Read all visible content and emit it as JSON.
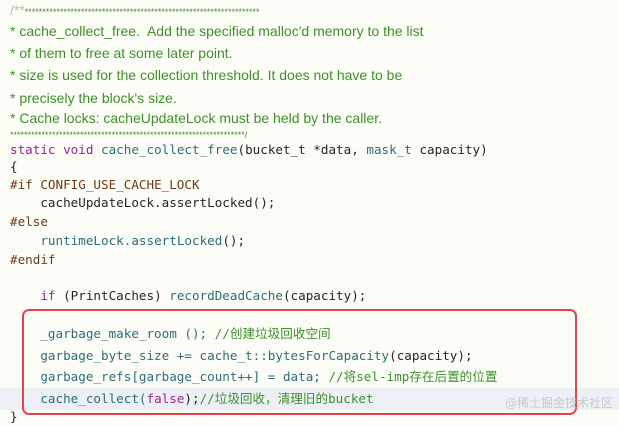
{
  "doc_comment": {
    "open": "/**",
    "open_stars": "*******************************************************************",
    "lines": [
      "* cache_collect_free.  Add the specified malloc'd memory to the list",
      "* of them to free at some later point.",
      "* size is used for the collection threshold. It does not have to be",
      "* precisely the block's size.",
      "* Cache locks: cacheUpdateLock must be held by the caller."
    ],
    "close": "*******************************************************************/"
  },
  "code": {
    "sig_kw": "static void",
    "sig_fn": "cache_collect_free",
    "sig_args_a": "(bucket_t *data, ",
    "sig_type": "mask_t",
    "sig_args_b": " capacity)",
    "open_brace": "{",
    "if_dir": "#if",
    "if_macro": " CONFIG_USE_CACHE_LOCK",
    "line_cache_lock": "    cacheUpdateLock.assertLocked();",
    "else_dir": "#else",
    "line_runtime_a": "    ",
    "line_runtime_fn": "runtimeLock.assertLocked",
    "line_runtime_b": "();",
    "endif_dir": "#endif",
    "if_kw": "    if",
    "if_cond": " (PrintCaches) ",
    "if_fn": "recordDeadCache",
    "if_rest": "(capacity);",
    "l1_code": "    _garbage_make_room (); ",
    "l1_comment": "//创建垃圾回收空间",
    "l2_a": "    garbage_byte_size += cache_t::",
    "l2_fn": "bytesForCapacity",
    "l2_b": "(capacity);",
    "l3_code": "    garbage_refs[garbage_count++] = data; ",
    "l3_comment": "//将sel-imp存在后置的位置",
    "l4_a": "    cache_collect(",
    "l4_kw": "false",
    "l4_b": ");",
    "l4_comment": "//垃圾回收，清理旧的bucket",
    "close_brace": "}"
  },
  "watermark": "@稀土掘金技术社区",
  "colors": {
    "highlight_box": "#e0454c",
    "keyword": "#9b2393",
    "comment": "#3f8f2c",
    "function": "#2e6d78",
    "preprocessor": "#6b3a1e"
  }
}
